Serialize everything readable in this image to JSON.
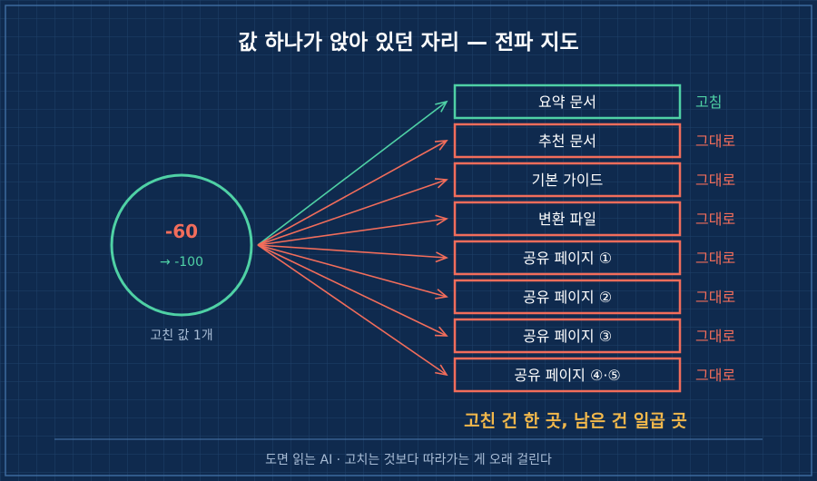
{
  "title": "값 하나가 앉아 있던 자리 — 전파 지도",
  "source": {
    "value": "-60",
    "new_value": "→ -100",
    "caption": "고친 값 1개"
  },
  "targets": [
    {
      "label": "요약 문서",
      "status": "고침",
      "state": "fixed"
    },
    {
      "label": "추천 문서",
      "status": "그대로",
      "state": "unchanged"
    },
    {
      "label": "기본 가이드",
      "status": "그대로",
      "state": "unchanged"
    },
    {
      "label": "변환 파일",
      "status": "그대로",
      "state": "unchanged"
    },
    {
      "label": "공유 페이지 ①",
      "status": "그대로",
      "state": "unchanged"
    },
    {
      "label": "공유 페이지 ②",
      "status": "그대로",
      "state": "unchanged"
    },
    {
      "label": "공유 페이지 ③",
      "status": "그대로",
      "state": "unchanged"
    },
    {
      "label": "공유 페이지 ④·⑤",
      "status": "그대로",
      "state": "unchanged"
    }
  ],
  "summary": "고친 건 한 곳, 남은 건 일곱 곳",
  "footer": "도면 읽는 AI · 고치는 것보다 따라가는 게 오래 걸린다",
  "colors": {
    "background": "#0f2a4e",
    "grid": "#1f416b",
    "frame": "#3d6a9e",
    "fixed": "#4fd1a5",
    "unchanged": "#f26d5b",
    "source_value": "#f26d5b",
    "summary": "#f2b84b",
    "text": "#ffffff",
    "muted": "#a9bdd6"
  }
}
